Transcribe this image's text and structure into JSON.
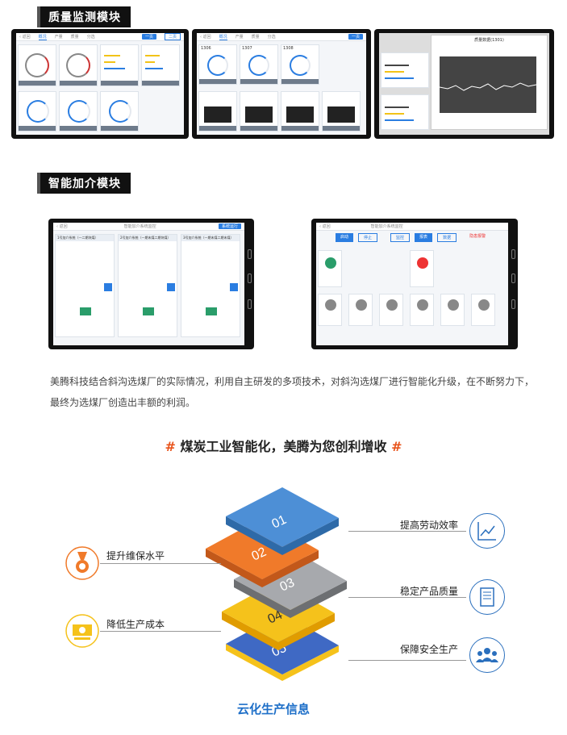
{
  "sections": {
    "quality": "质量监测模块",
    "pricing": "智能加介模块"
  },
  "quality_screens": {
    "tabs": [
      "概况",
      "产量",
      "质量",
      "分选"
    ],
    "buttons": [
      "一页",
      "二页"
    ],
    "back": "返回",
    "cards": [
      "1306",
      "1307",
      "1308"
    ],
    "panel_title": "概况",
    "chart_title": "质量数据(1301)"
  },
  "pricing_screens": {
    "title_left": "智能加介系统监控",
    "title_right": "智能加介系统监控",
    "btn_left": "系统运行",
    "btn_right_tabs": [
      "启动",
      "停止",
      "监控",
      "报表",
      "数据"
    ],
    "right_alert": "隐患报警",
    "col_heads": [
      "1号加介系统（一二期块煤）",
      "2号加介系统（一期末煤二期块煤）",
      "3号加介系统（一期末煤二期末煤）"
    ]
  },
  "paragraph": "美腾科技结合斜沟选煤厂的实际情况，利用自主研发的多项技术，对斜沟选煤厂进行智能化升级，在不断努力下，最终为选煤厂创造出丰额的利润。",
  "slogan": {
    "hash_left": "#",
    "text": "煤炭工业智能化，美腾为您创利增收",
    "hash_right": "#"
  },
  "layers": [
    "01",
    "02",
    "03",
    "04",
    "05"
  ],
  "layer_colors": [
    "#4d8fd6",
    "#f07a2a",
    "#a7a9ad",
    "#f5c21b",
    "#3f69c4"
  ],
  "benefits_left": [
    "提升维保水平",
    "降低生产成本"
  ],
  "benefits_right": [
    "提高劳动效率",
    "稳定产品质量",
    "保障安全生产"
  ],
  "caption": "云化生产信息",
  "icons": [
    "medal-icon",
    "money-icon",
    "trend-chart-icon",
    "receipt-icon",
    "users-icon"
  ]
}
